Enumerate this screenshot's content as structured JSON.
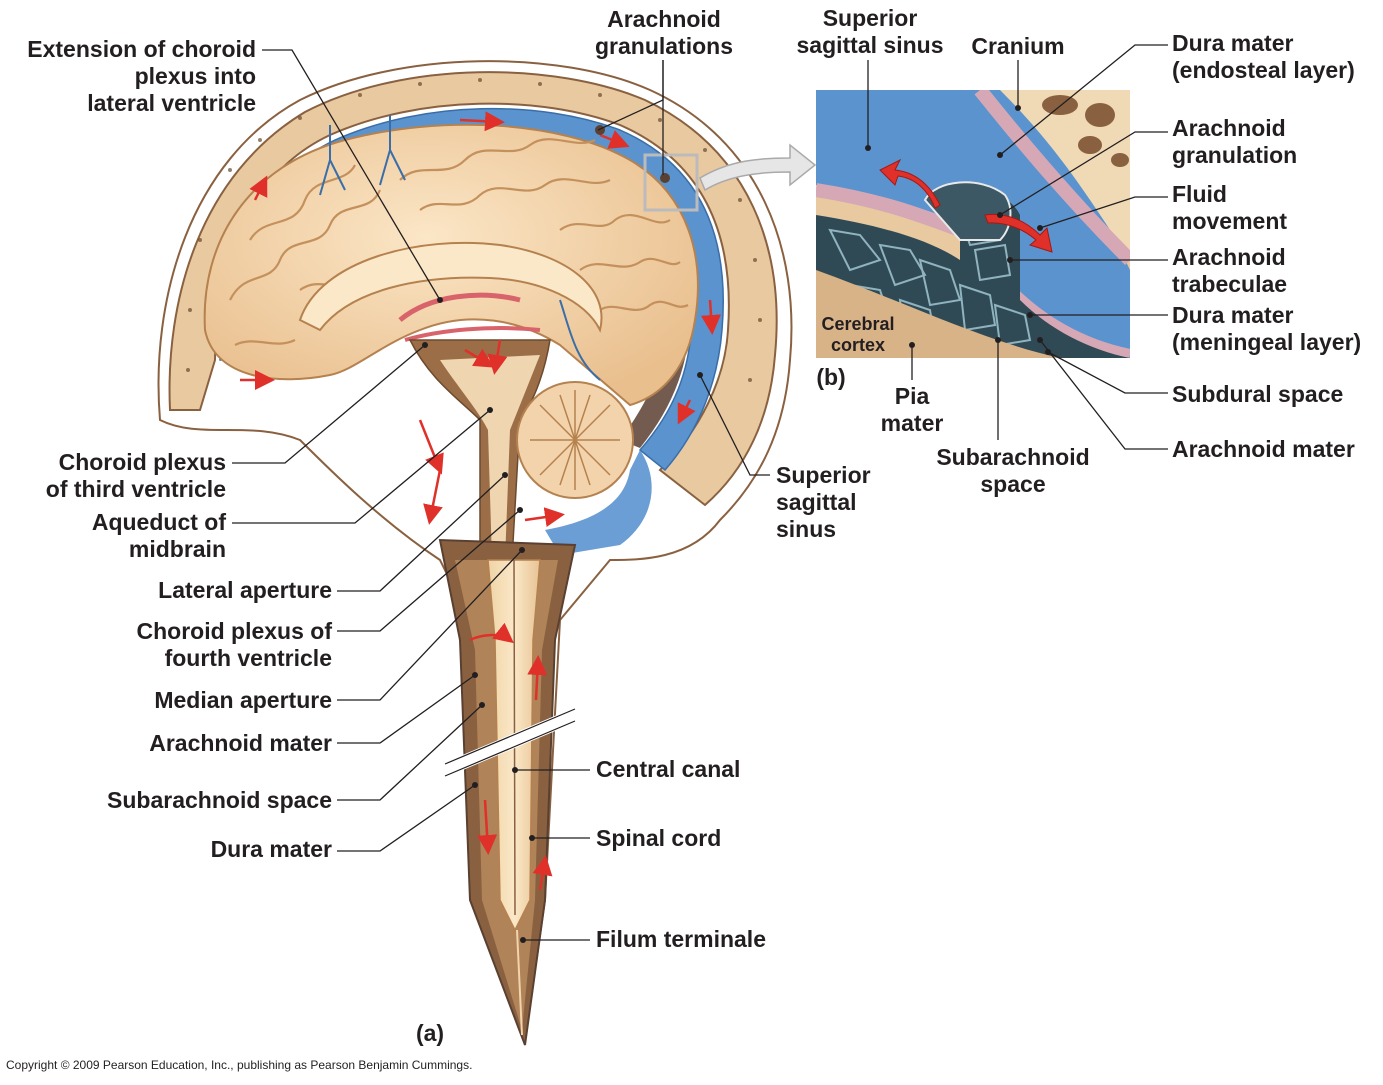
{
  "panel_a": {
    "panel_label": "(a)",
    "labels": {
      "extension_choroid": "Extension of choroid\nplexus into\nlateral ventricle",
      "arachnoid_granulations": "Arachnoid\ngranulations",
      "choroid_third": "Choroid plexus\nof third ventricle",
      "aqueduct": "Aqueduct of\nmidbrain",
      "lateral_aperture": "Lateral aperture",
      "choroid_fourth": "Choroid plexus of\nfourth ventricle",
      "median_aperture": "Median aperture",
      "arachnoid_mater": "Arachnoid mater",
      "subarachnoid_space": "Subarachnoid space",
      "dura_mater": "Dura mater",
      "superior_sagittal_sinus": "Superior\nsagittal\nsinus",
      "central_canal": "Central canal",
      "spinal_cord": "Spinal cord",
      "filum_terminale": "Filum terminale"
    }
  },
  "panel_b": {
    "panel_label": "(b)",
    "labels": {
      "superior_sagittal_sinus": "Superior\nsagittal sinus",
      "cranium": "Cranium",
      "dura_endosteal": "Dura mater\n(endosteal layer)",
      "arachnoid_granulation": "Arachnoid\ngranulation",
      "fluid_movement": "Fluid\nmovement",
      "arachnoid_trabeculae": "Arachnoid\ntrabeculae",
      "dura_meningeal": "Dura mater\n(meningeal layer)",
      "subdural_space": "Subdural space",
      "arachnoid_mater": "Arachnoid mater",
      "subarachnoid_space": "Subarachnoid\nspace",
      "pia_mater": "Pia\nmater",
      "cerebral_cortex": "Cerebral\ncortex"
    }
  },
  "copyright": "Copyright © 2009 Pearson Education, Inc., publishing as Pearson Benjamin Cummings.",
  "colors": {
    "bone": "#e8c9a0",
    "brain": "#f3d3ab",
    "sinus_blue": "#5b93cf",
    "dura_brown": "#8a6140",
    "arrow_red": "#e0302a",
    "leader": "#231f20"
  }
}
